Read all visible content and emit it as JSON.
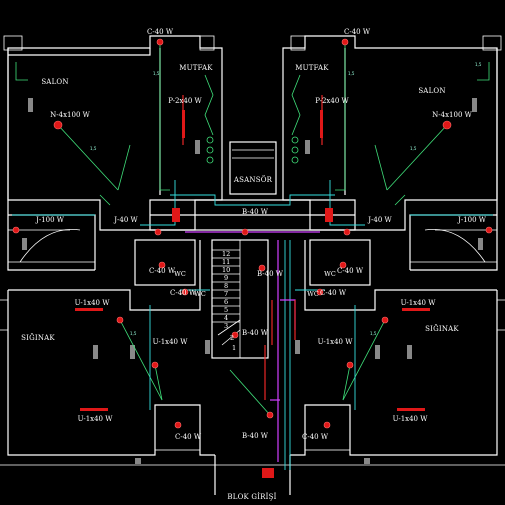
{
  "rooms": {
    "salon_left": "SALON",
    "salon_right": "SALON",
    "mutfak_left": "MUTFAK",
    "mutfak_right": "MUTFAK",
    "asansor": "ASANSÖR",
    "siginak_left": "SIĞINAK",
    "siginak_right": "SIĞINAK",
    "wc_1": "WC",
    "wc_2": "WC",
    "wc_3": "WC",
    "wc_4": "WC",
    "entrance": "BLOK GİRİŞİ"
  },
  "fixtures": {
    "c40_top_left": "C-40 W",
    "c40_top_right": "C-40 W",
    "p2x40_left": "P-2x40 W",
    "p2x40_right": "P-2x40 W",
    "n4x100_left": "N-4x100 W",
    "n4x100_right": "N-4x100 W",
    "j100_left": "J-100 W",
    "j100_right": "J-100 W",
    "j40_left": "J-40 W",
    "j40_right": "J-40 W",
    "b40_top": "B-40 W",
    "b40_mid": "B-40 W",
    "b40_stair": "B-40 W",
    "b40_bottom": "B-40 W",
    "c40_wc_left": "C-40 W",
    "c40_wc_right": "C-40 W",
    "c40_wc_left2": "C-40 W",
    "c40_wc_right2": "C-40 W",
    "u1x40_l1": "U-1x40 W",
    "u1x40_l2": "U-1x40 W",
    "u1x40_l3": "U-1x40 W",
    "u1x40_r1": "U-1x40 W",
    "u1x40_r2": "U-1x40 W",
    "u1x40_r3": "U-1x40 W",
    "c40_bottom_left": "C-40 W",
    "c40_bottom_right": "C-40 W"
  },
  "stair_numbers": [
    "12",
    "11",
    "10",
    "9",
    "8",
    "7",
    "6",
    "5",
    "4",
    "3",
    "2",
    "1"
  ],
  "wire_note": "1,5",
  "colors": {
    "background": "#000000",
    "walls": "#ffffff",
    "wiring_green": "#3fe07a",
    "wiring_cyan": "#35e0e0",
    "wiring_magenta": "#d040ff",
    "fixtures_red": "#e01818"
  }
}
